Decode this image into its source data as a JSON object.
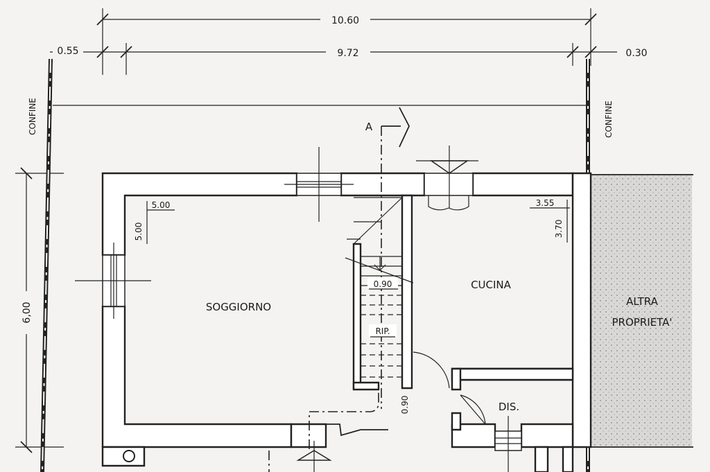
{
  "dimensions": {
    "overall_width": "10.60",
    "inner_width": "9.72",
    "left_offset": "0.55",
    "right_offset": "0.30",
    "depth": "6,00"
  },
  "rooms": {
    "soggiorno": {
      "name": "SOGGIORNO",
      "dim_w": "5.00",
      "dim_h": "5.00"
    },
    "cucina": {
      "name": "CUCINA",
      "dim_w": "3.55",
      "dim_h": "3.70"
    },
    "ripostiglio": {
      "name": "RIP.",
      "stair_width": "0.90"
    },
    "disimpegno": {
      "name": "DIS.",
      "door_width": "0.90"
    }
  },
  "labels": {
    "boundary_left": "CONFINE",
    "boundary_right": "CONFINE",
    "other_property_line1": "ALTRA",
    "other_property_line2": "PROPRIETA'",
    "section_marker": "A"
  },
  "colors": {
    "paper": "#f4f3f1",
    "ink": "#222222",
    "hatch": "#c9c8c6"
  }
}
